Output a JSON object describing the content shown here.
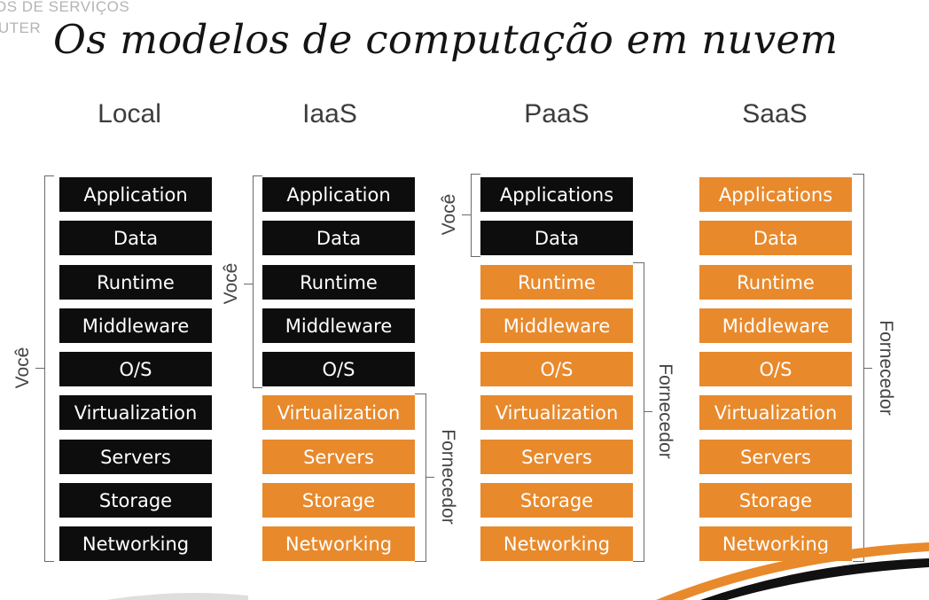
{
  "corner": {
    "line1": "OS DE SERVIÇOS",
    "line2": "PUTER"
  },
  "title": "Os modelos de computação em nuvem",
  "columns": [
    {
      "header": "Local",
      "items": [
        "Application",
        "Data",
        "Runtime",
        "Middleware",
        "O/S",
        "Virtualization",
        "Servers",
        "Storage",
        "Networking"
      ]
    },
    {
      "header": "IaaS",
      "items": [
        "Application",
        "Data",
        "Runtime",
        "Middleware",
        "O/S",
        "Virtualization",
        "Servers",
        "Storage",
        "Networking"
      ]
    },
    {
      "header": "PaaS",
      "items": [
        "Applications",
        "Data",
        "Runtime",
        "Middleware",
        "O/S",
        "Virtualization",
        "Servers",
        "Storage",
        "Networking"
      ]
    },
    {
      "header": "SaaS",
      "items": [
        "Applications",
        "Data",
        "Runtime",
        "Middleware",
        "O/S",
        "Virtualization",
        "Servers",
        "Storage",
        "Networking"
      ]
    }
  ],
  "labels": {
    "you": "Você",
    "provider": "Fornecedor"
  },
  "colors": {
    "you_layer": "#0d0d0d",
    "provider_layer": "#e8892b"
  }
}
